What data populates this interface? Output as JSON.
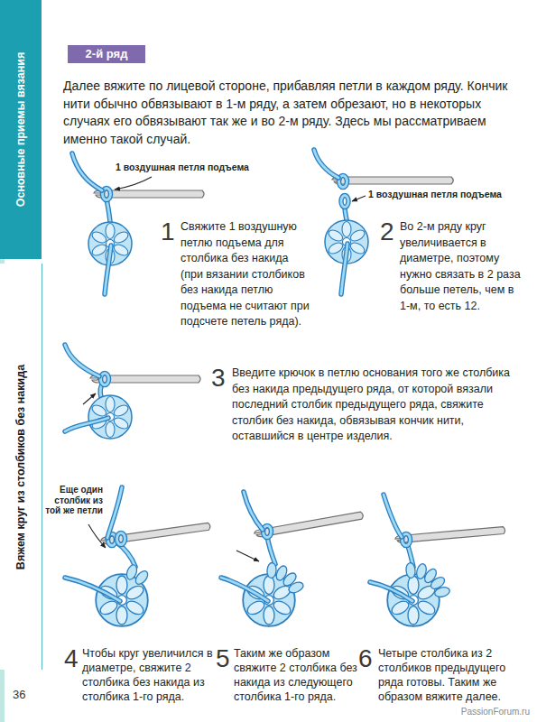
{
  "diagram": {
    "nodes": [
      {
        "text": [
          "Основные приемы вязания"
        ]
      },
      {
        "text": [
          "Вяжем круг из столбиков без накида"
        ]
      },
      {
        "text": [
          "2-й ряд"
        ]
      }
    ],
    "labels": [
      "Далее вяжите по лицевой стороне, прибавляя петли в каждом ряду. Кончик нити обычно обвязывают в 1-м ряду, а затем обрезают, но в некоторых случаях его обвязывают так же и во 2-м ряду. Здесь мы рассматриваем именно такой случай.",
      "1 воздушная петля подъема",
      "1",
      "Свяжите 1 воздушную петлю подъема для столбика без накида (при вязании столбиков без накида петлю подъема не считают при подсчете петель ряда).",
      "1 воздушная петля подъема",
      "2",
      "Во 2-м ряду круг увеличивается в диаметре, поэтому нужно связать в 2 раза больше петель, чем в 1-м, то есть 12.",
      "3",
      "Введите крючок в петлю основания того же столбика без накида предыдущего ряда, от которой вязали последний столбик предыдущего ряда, свяжите столбик без накида, обвязывая кончик нити, оставшийся в центре изделия.",
      "Еще один столбик из той же петли",
      "4",
      "Чтобы круг увеличился в диаметре, свяжите 2 столбика без накида из столбика 1-го ряда.",
      "5",
      "Таким же образом свяжите 2 столбика без накида из следующего столбика 1-го ряда.",
      "6",
      "Четыре столбика из 2 столбиков предыдущего ряда готовы. Таким же образом вяжите далее.",
      "36",
      "PassionForum.ru"
    ]
  }
}
